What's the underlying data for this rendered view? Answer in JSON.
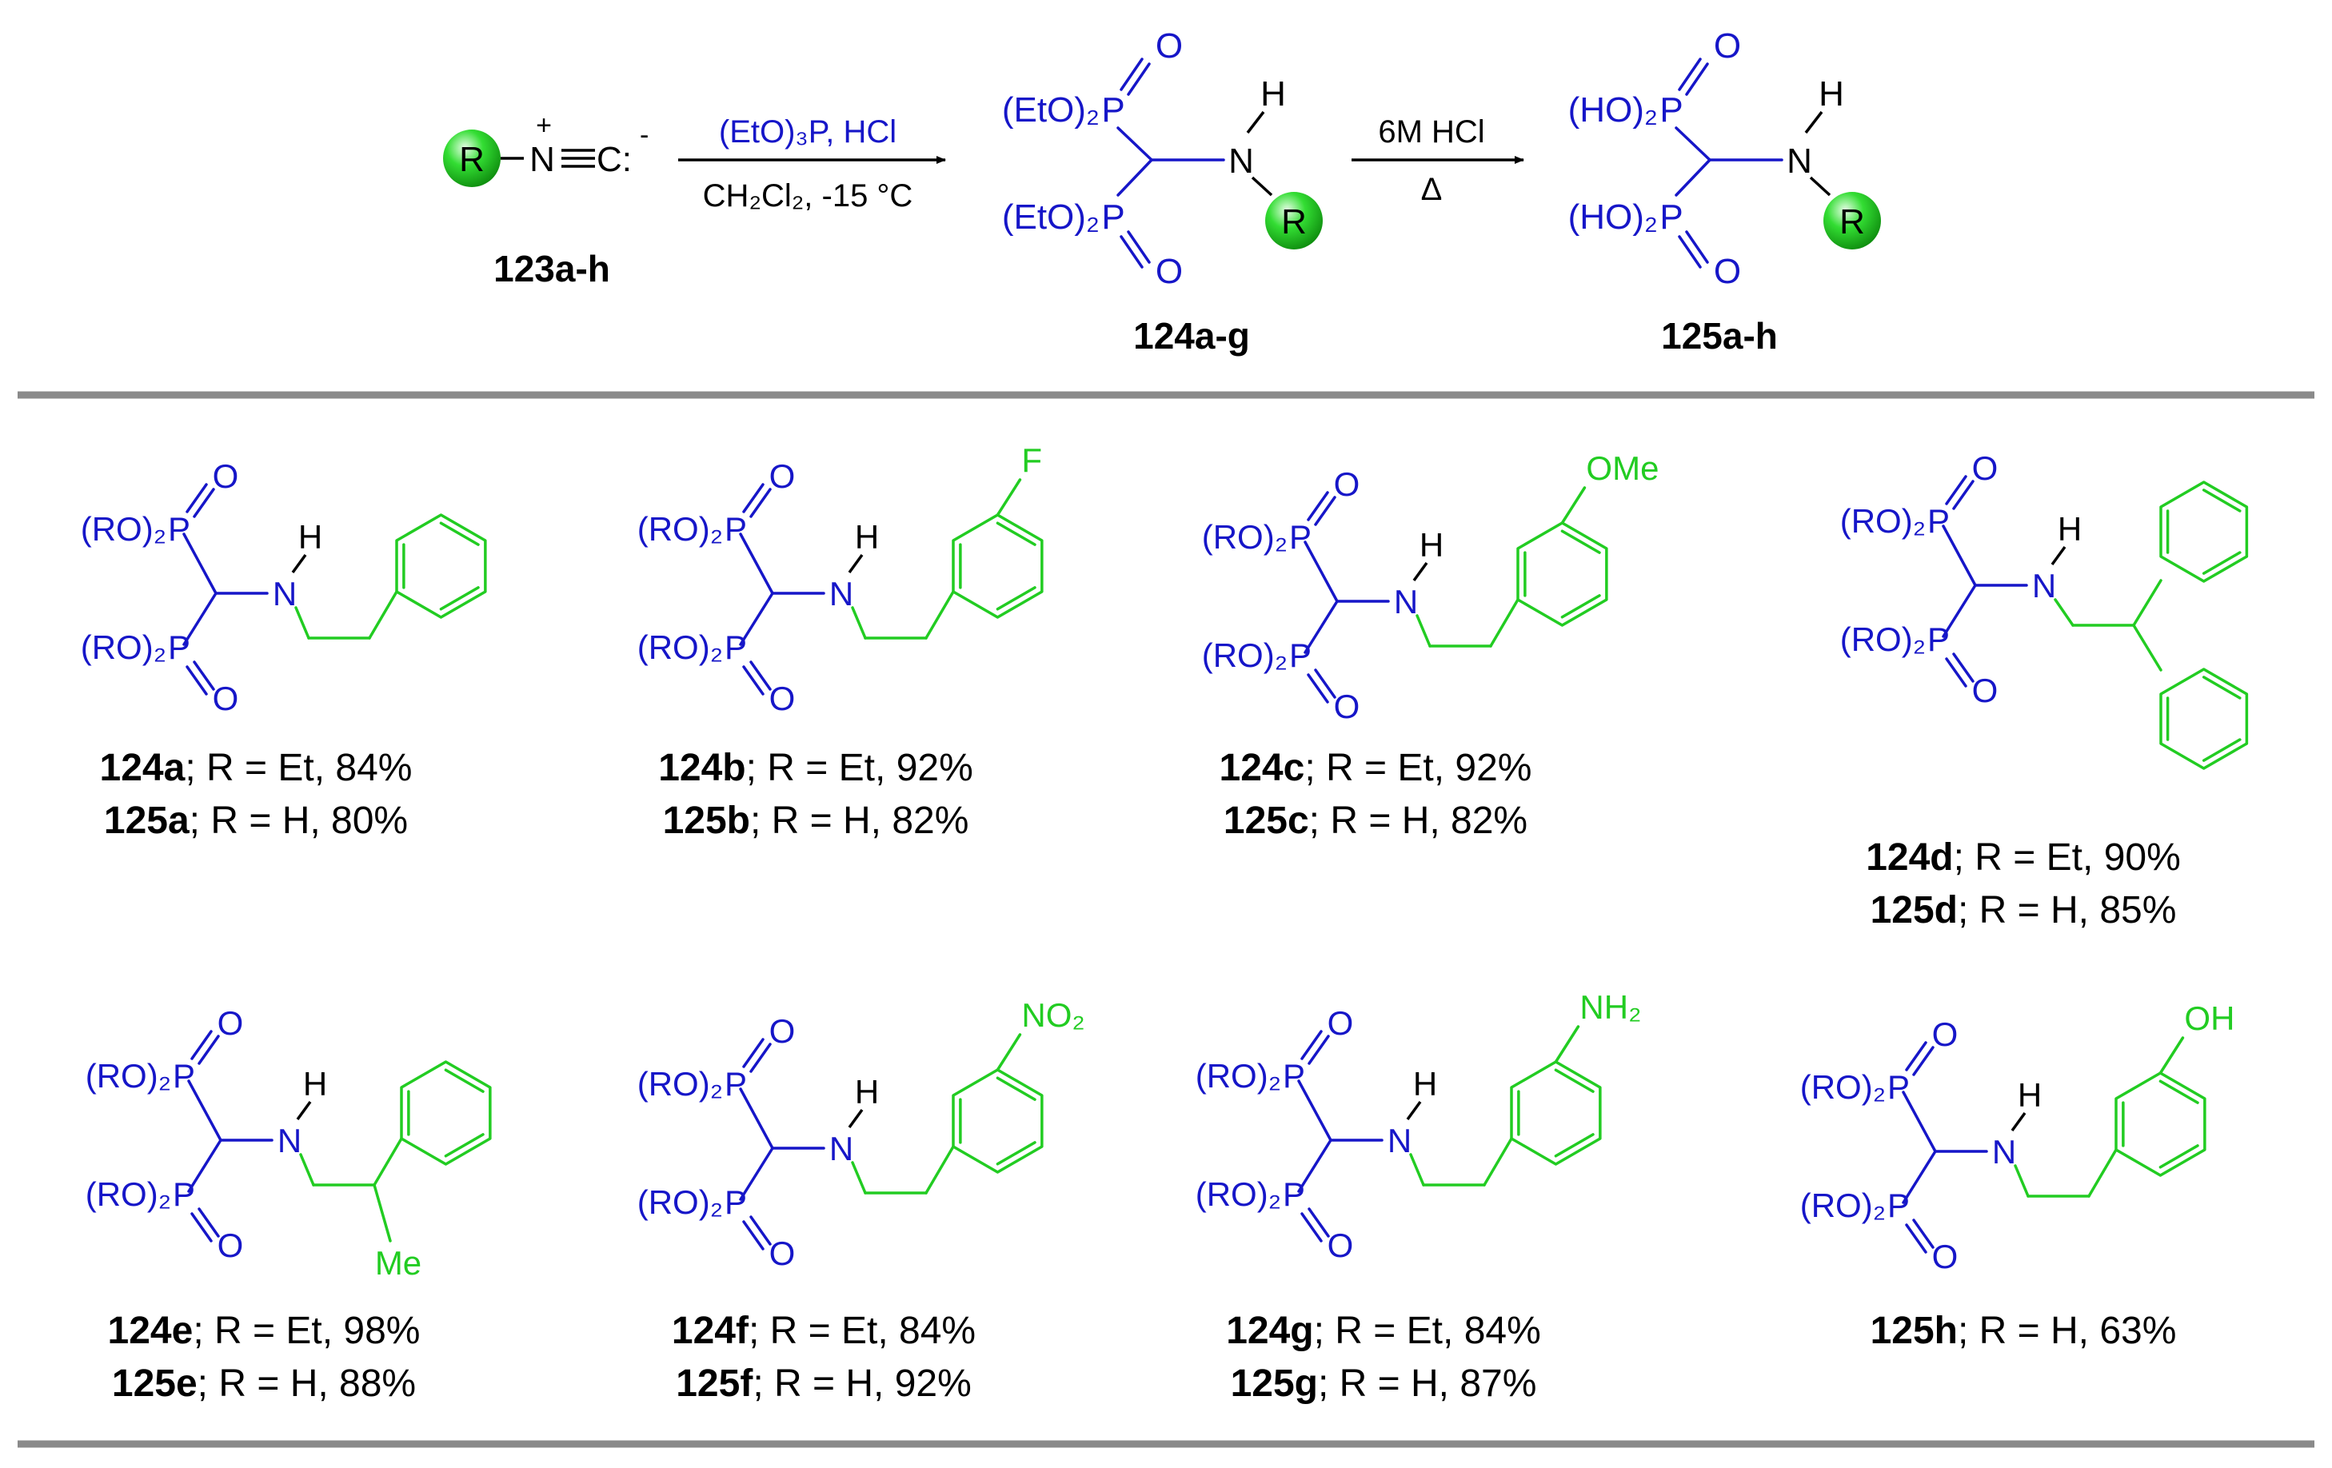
{
  "reaction": {
    "reagent_top": "(EtO)₃P, HCl",
    "reagent_bottom": "CH₂Cl₂, -15 °C",
    "step2_top": "6M HCl",
    "step2_bottom": "Δ",
    "starting_material": "123a-h",
    "intermediate": "124a-g",
    "product": "125a-h",
    "group_r": "R",
    "isonitrile_n": "N",
    "isonitrile_c": "C:",
    "plus": "+",
    "minus": "-"
  },
  "atoms": {
    "p": "P",
    "o": "O",
    "n": "N",
    "h": "H",
    "eto2": "(EtO)₂",
    "ho2": "(HO)₂",
    "ro2": "(RO)₂"
  },
  "compounds": [
    {
      "substituent": "",
      "lines": [
        {
          "id": "124a",
          "rest": "; R = Et, 84%"
        },
        {
          "id": "125a",
          "rest": "; R = H, 80%"
        }
      ]
    },
    {
      "substituent": "F",
      "lines": [
        {
          "id": "124b",
          "rest": "; R = Et, 92%"
        },
        {
          "id": "125b",
          "rest": "; R = H, 82%"
        }
      ]
    },
    {
      "substituent": "OMe",
      "lines": [
        {
          "id": "124c",
          "rest": "; R = Et, 92%"
        },
        {
          "id": "125c",
          "rest": "; R = H, 82%"
        }
      ]
    },
    {
      "substituent": "",
      "lines": [
        {
          "id": "124d",
          "rest": "; R = Et, 90%"
        },
        {
          "id": "125d",
          "rest": "; R = H, 85%"
        }
      ]
    },
    {
      "substituent": "Me",
      "lines": [
        {
          "id": "124e",
          "rest": "; R = Et, 98%"
        },
        {
          "id": "125e",
          "rest": "; R = H, 88%"
        }
      ]
    },
    {
      "substituent": "NO₂",
      "lines": [
        {
          "id": "124f",
          "rest": "; R = Et, 84%"
        },
        {
          "id": "125f",
          "rest": "; R = H, 92%"
        }
      ]
    },
    {
      "substituent": "NH₂",
      "lines": [
        {
          "id": "124g",
          "rest": "; R = Et, 84%"
        },
        {
          "id": "125g",
          "rest": "; R = H, 87%"
        }
      ]
    },
    {
      "substituent": "OH",
      "lines": [
        {
          "id": "125h",
          "rest": "; R = H, 63%"
        }
      ]
    }
  ],
  "colors": {
    "bisphosphonate_core": "#1616c8",
    "r_group": "#22cc22",
    "separator": "#8a8a8a"
  }
}
